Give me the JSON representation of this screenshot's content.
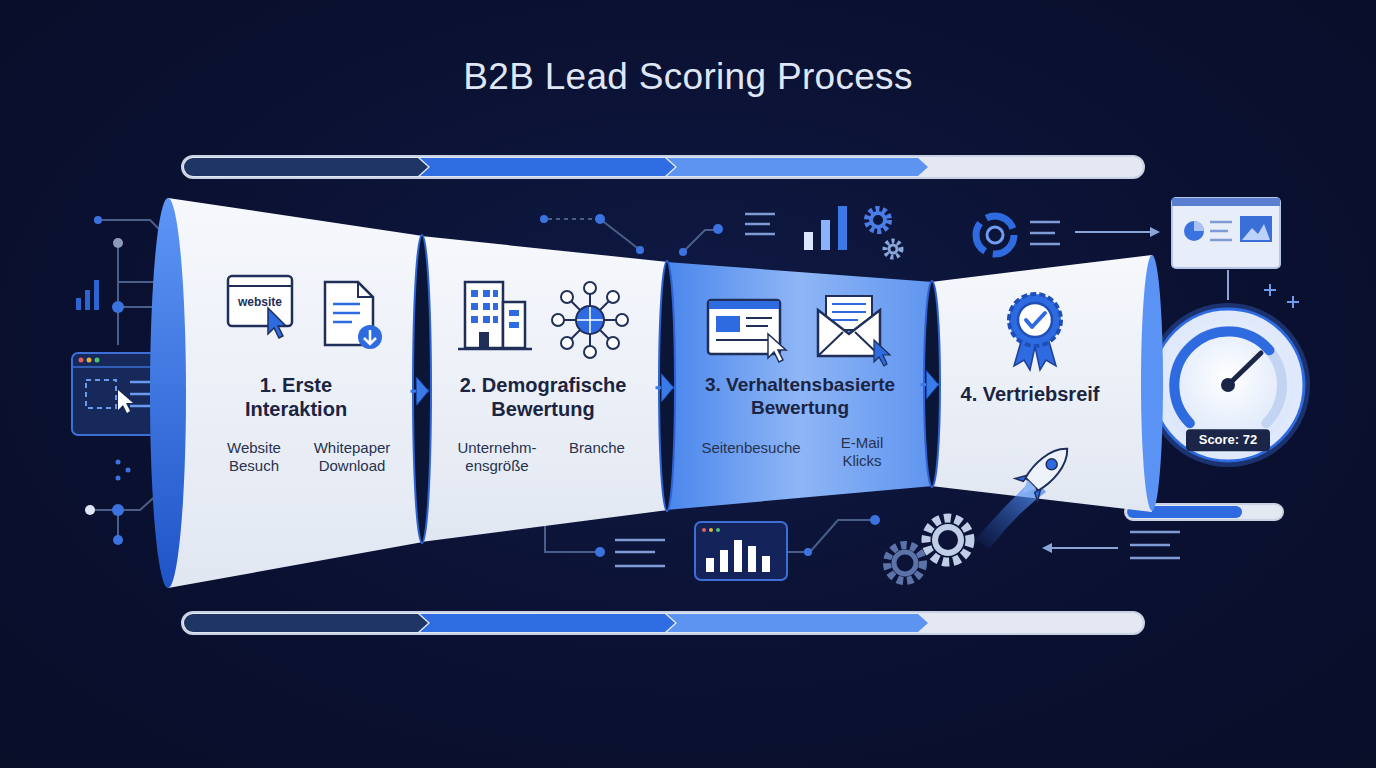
{
  "diagram": {
    "title": "B2B Lead Scoring Process",
    "nodes": [
      {
        "text": [
          "1. Erste Interaktion",
          "Website Besuch",
          "Whitepaper Download"
        ]
      },
      {
        "text": [
          "2. Demografische Bewertung",
          "Unternehm- ensgröße",
          "Branche"
        ]
      },
      {
        "text": [
          "3. Verhaltensbasierte Bewertung",
          "Seitenbesuche",
          "E-Mail Klicks"
        ]
      },
      {
        "text": [
          "4. Vertriebsreif"
        ]
      },
      {
        "text": [
          "Score: 72"
        ]
      }
    ],
    "edges": [
      {
        "from": 0,
        "to": 1,
        "arrow": "to"
      },
      {
        "from": 1,
        "to": 2,
        "arrow": "to"
      },
      {
        "from": 2,
        "to": 3,
        "arrow": "to"
      }
    ],
    "labels": [
      "website"
    ]
  }
}
